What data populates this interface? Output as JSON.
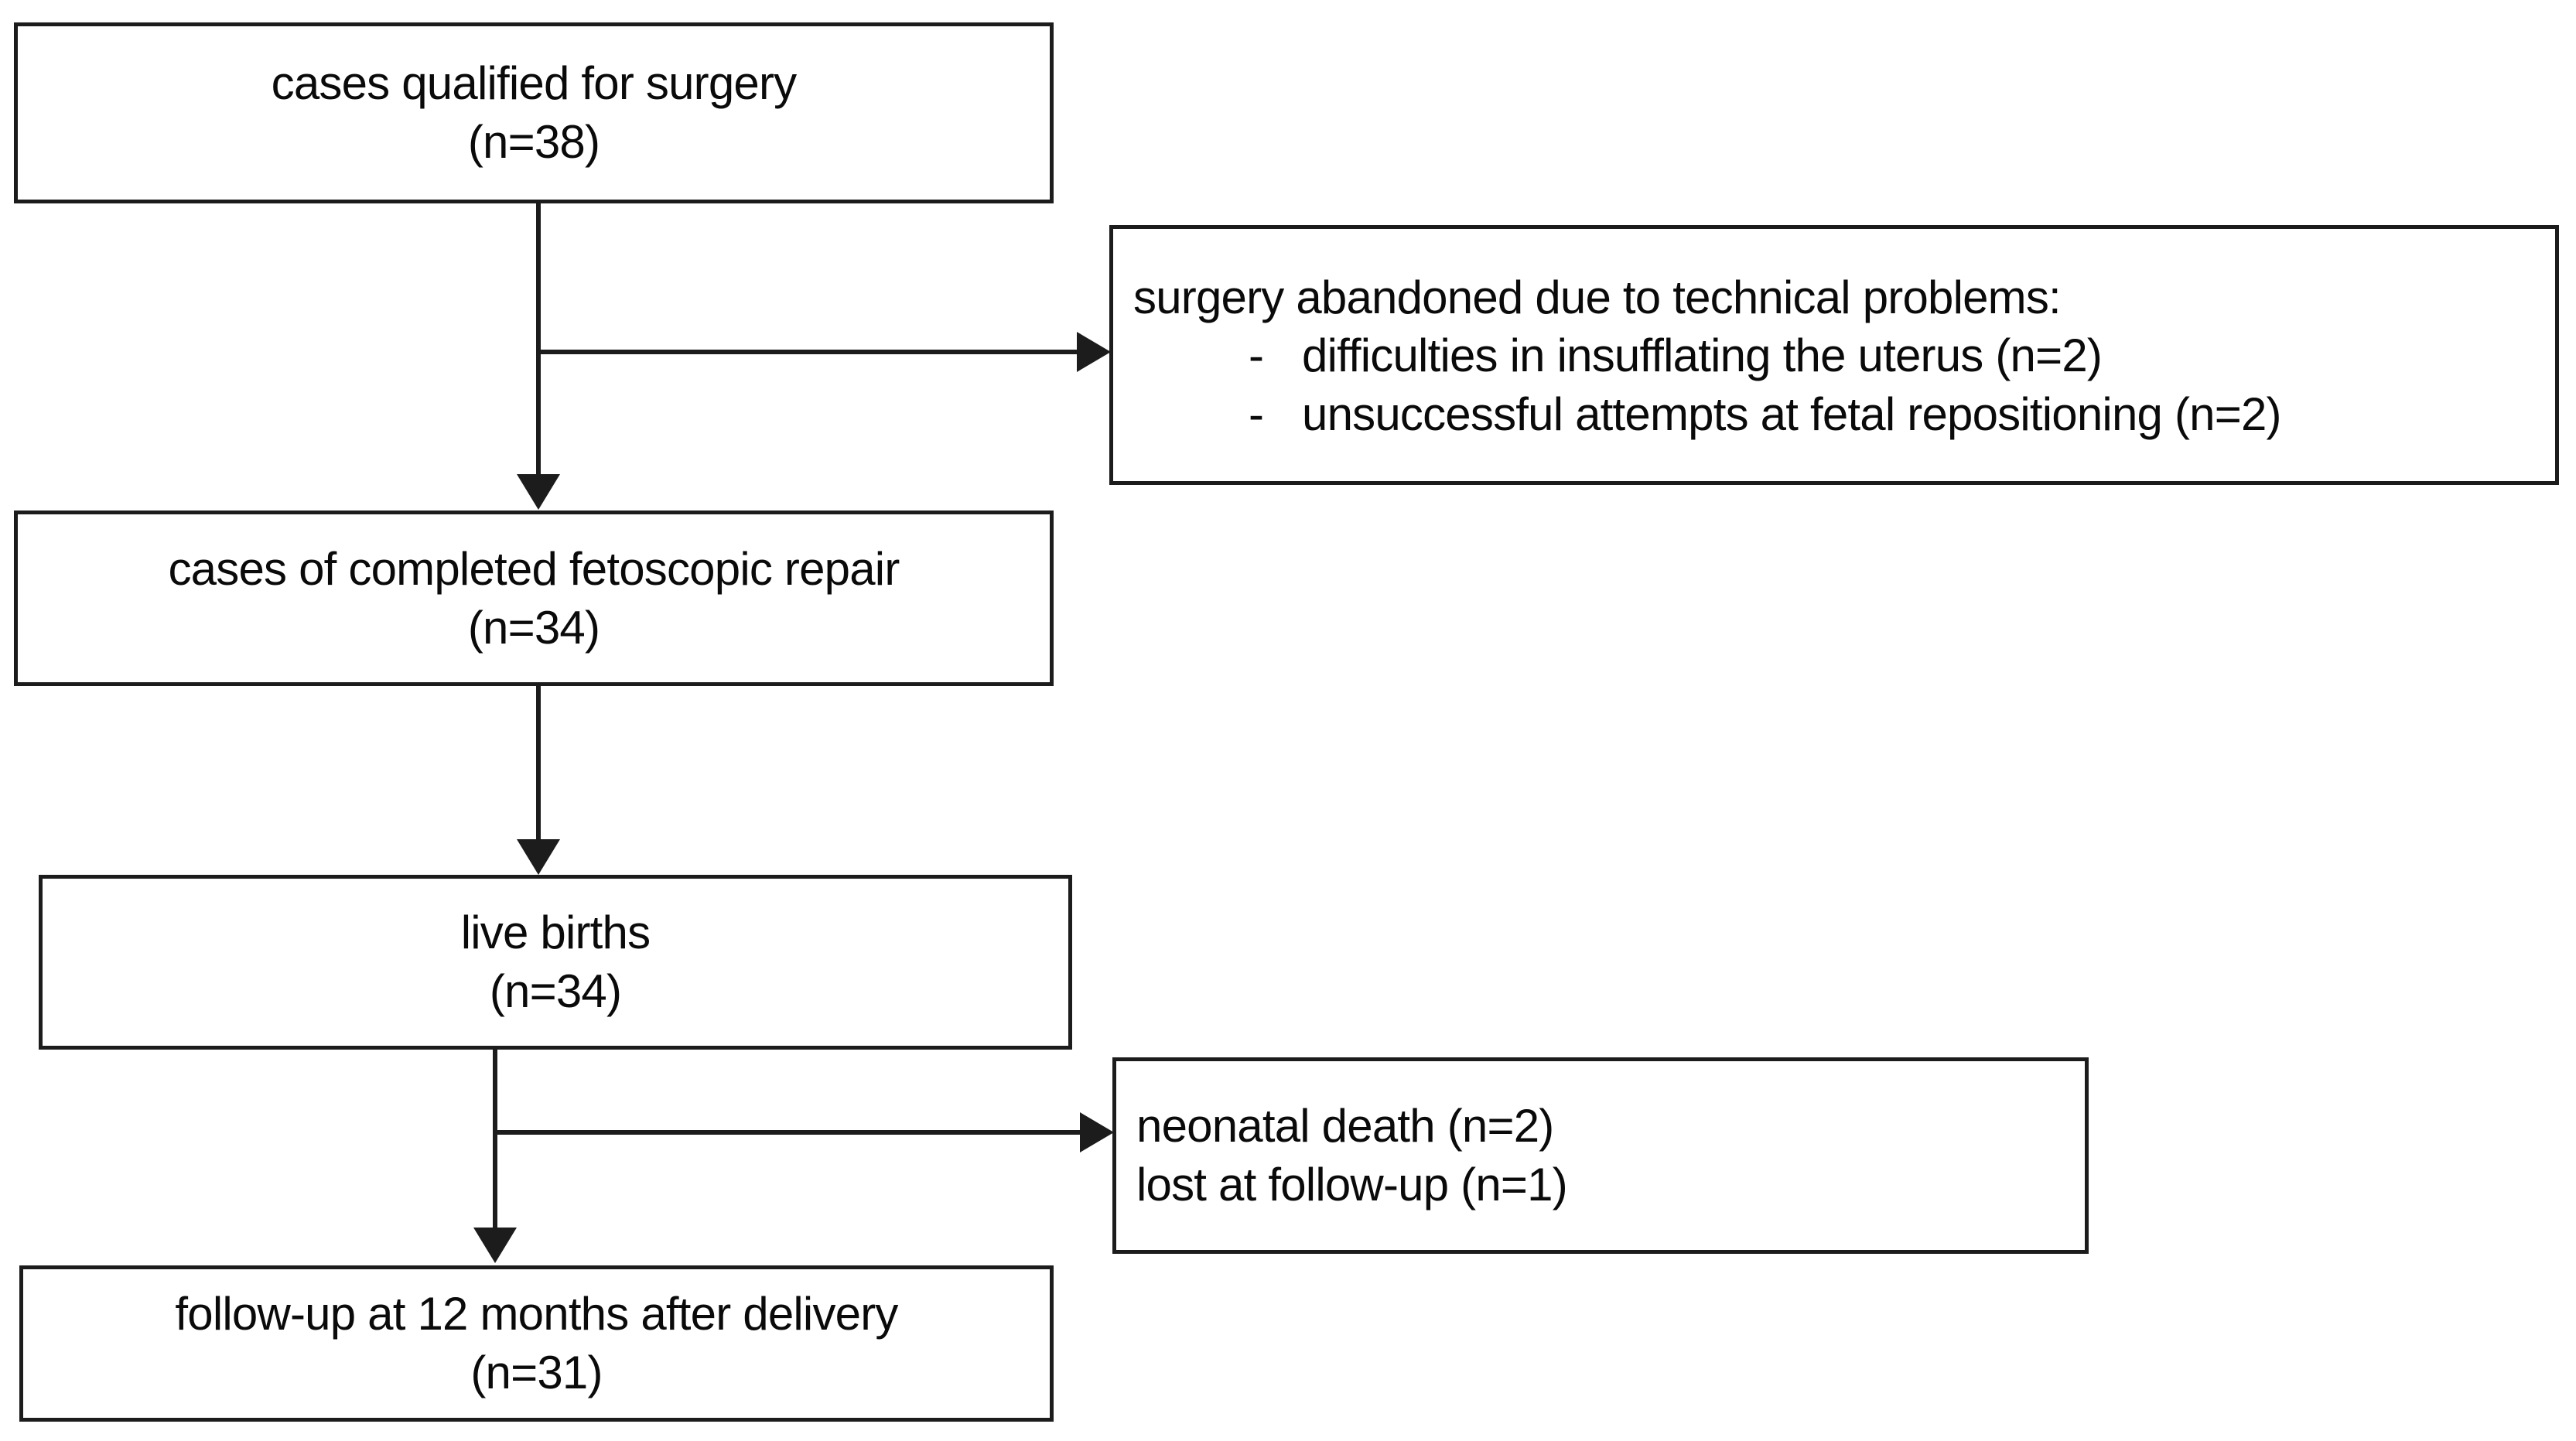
{
  "figure": {
    "type": "flowchart",
    "title": "",
    "orientation": "top-to-bottom"
  },
  "nodes": {
    "qualified": {
      "line1": "cases qualified for surgery",
      "line2": "(n=38)",
      "n": 38
    },
    "abandoned": {
      "heading": "surgery abandoned due to technical problems:",
      "bullets": [
        {
          "marker": "-",
          "text": "difficulties in insufflating the uterus (n=2)",
          "n": 2
        },
        {
          "marker": "-",
          "text": "unsuccessful attempts at fetal repositioning (n=2)",
          "n": 2
        }
      ]
    },
    "completed_repair": {
      "line1": "cases of completed fetoscopic repair",
      "line2": "(n=34)",
      "n": 34
    },
    "live_births": {
      "line1": "live births",
      "line2": "(n=34)",
      "n": 34
    },
    "losses": {
      "line1": "neonatal death (n=2)",
      "line2": "lost at follow-up (n=1)"
    },
    "followup": {
      "line1": "follow-up at 12 months after delivery",
      "line2": "(n=31)",
      "n": 31
    }
  },
  "colors": {
    "border": "#1c1c1c",
    "text": "#0a0a0a",
    "background": "#ffffff",
    "connector": "#1c1c1c"
  }
}
